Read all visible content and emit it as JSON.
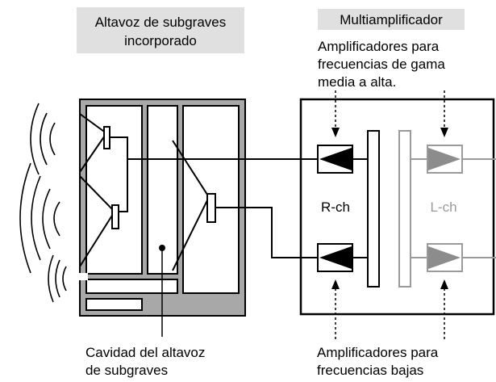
{
  "labels": {
    "subwoofer_title_line1": "Altavoz de subgraves",
    "subwoofer_title_line2": "incorporado",
    "multiamp_title": "Multiamplificador",
    "mid_high_line1": "Amplificadores para",
    "mid_high_line2": "frecuencias de gama",
    "mid_high_line3": "media a alta.",
    "r_channel": "R-ch",
    "l_channel": "L-ch",
    "cavity_line1": "Cavidad del altavoz",
    "cavity_line2": "de subgraves",
    "low_line1": "Amplificadores para",
    "low_line2": "frecuencias bajas"
  },
  "colors": {
    "box_frame": "#a0a0a0",
    "title_bg": "#e0e0e0",
    "line": "#000000",
    "l_channel": "#9a9a9a"
  }
}
